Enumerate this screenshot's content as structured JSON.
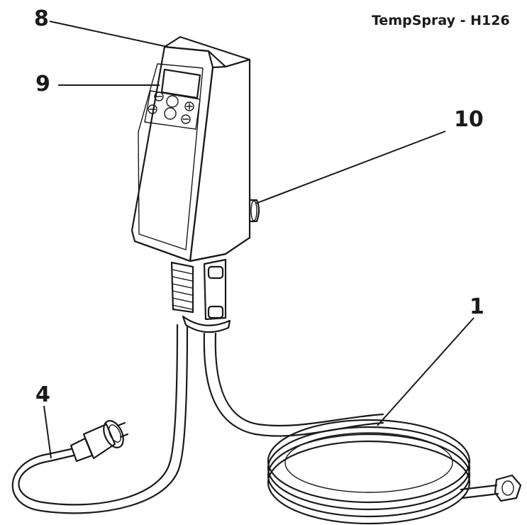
{
  "title": "TempSpray - H126",
  "callouts": [
    {
      "id": "8"
    },
    {
      "id": "9"
    },
    {
      "id": "10"
    },
    {
      "id": "1"
    },
    {
      "id": "4"
    }
  ],
  "colors": {
    "line": "#1a1a1a",
    "background": "#ffffff"
  }
}
